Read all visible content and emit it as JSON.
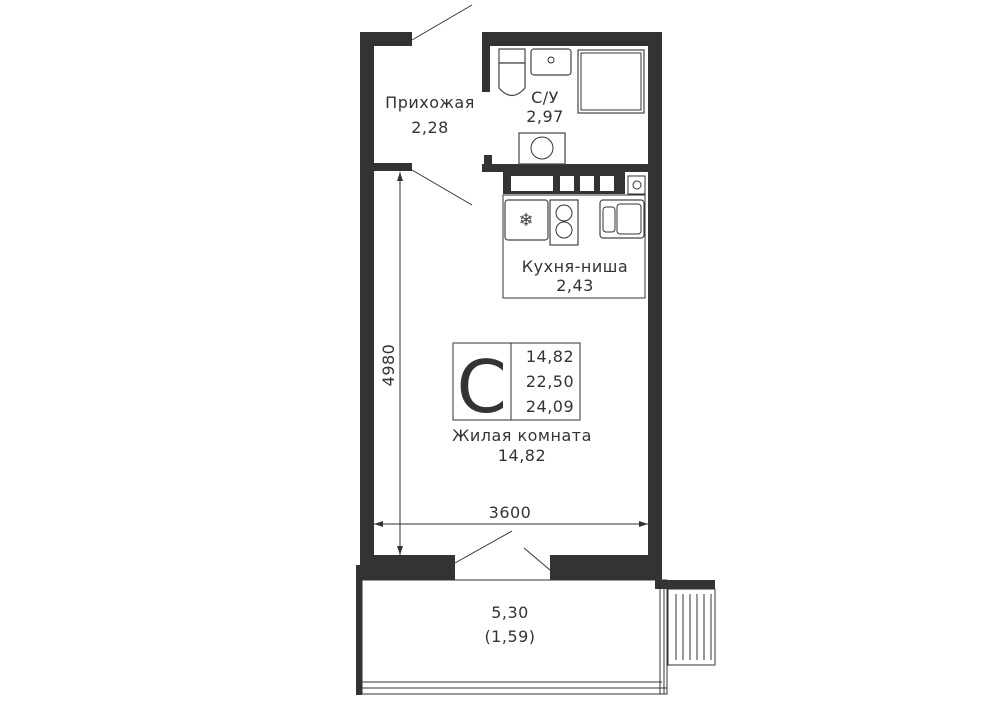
{
  "rooms": {
    "hallway": {
      "name": "Прихожая",
      "area": "2,28"
    },
    "bathroom": {
      "name": "С/У",
      "area": "2,97"
    },
    "kitchen": {
      "name": "Кухня-ниша",
      "area": "2,43"
    },
    "living": {
      "name": "Жилая комната",
      "area": "14,82"
    },
    "balcony": {
      "area": "5,30",
      "reduced_area": "(1,59)"
    }
  },
  "summary": {
    "type_letter": "С",
    "living_area": "14,82",
    "total_area": "22,50",
    "total_with_balcony": "24,09"
  },
  "dimensions": {
    "height": "4980",
    "width": "3600"
  },
  "colors": {
    "wall": "#333333"
  }
}
